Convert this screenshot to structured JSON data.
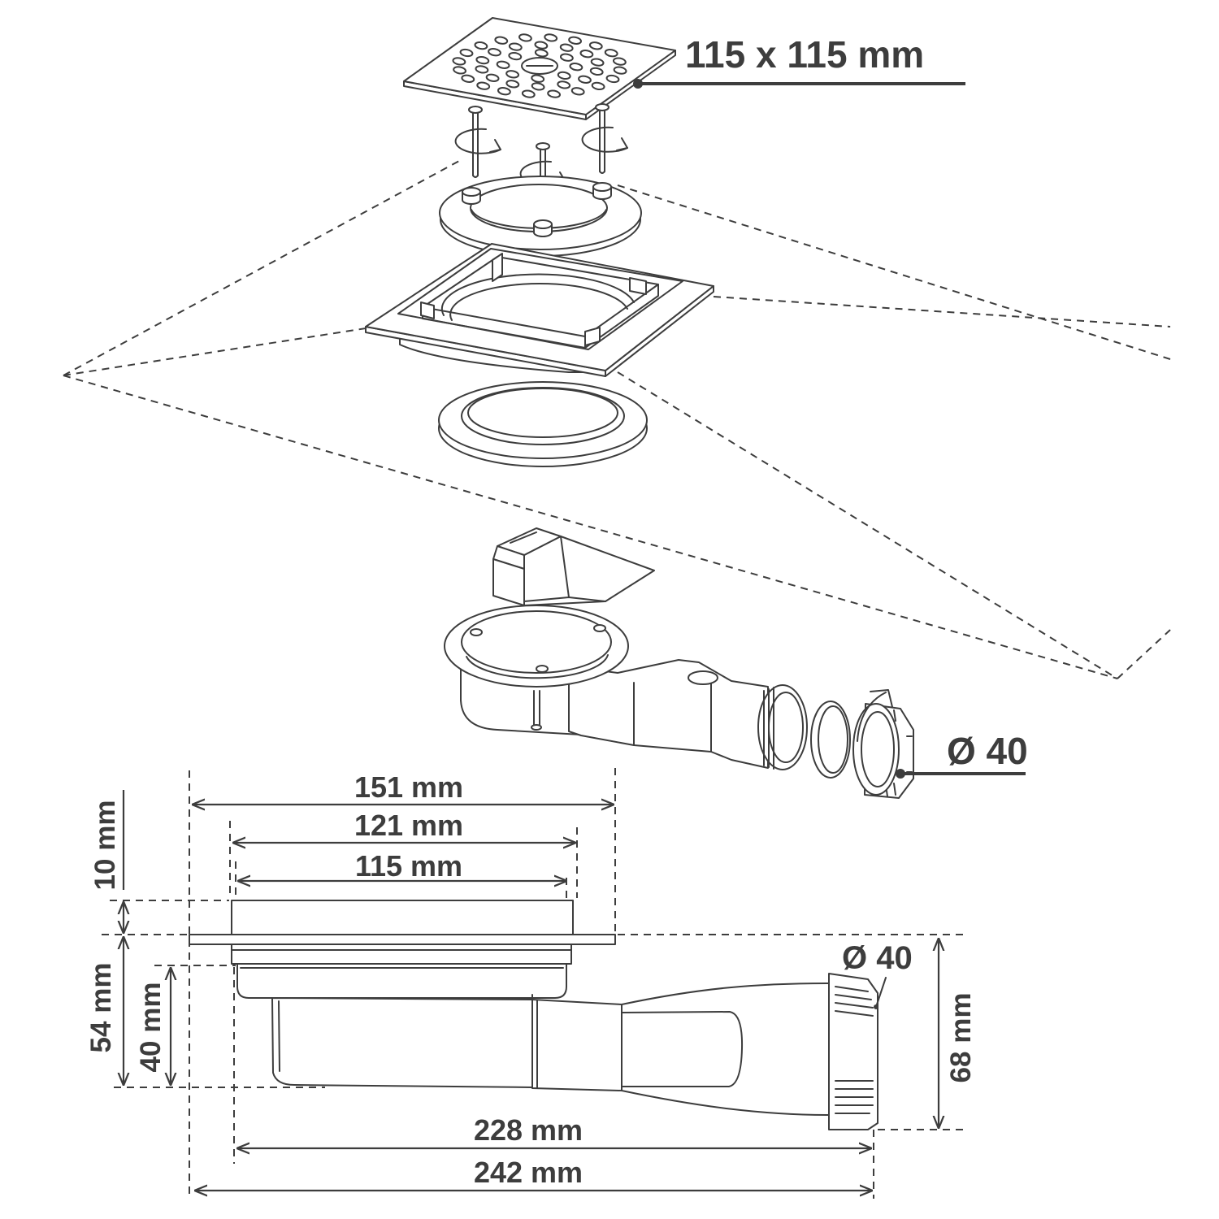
{
  "labels": {
    "grate_size": "115 x 115 mm",
    "outlet_diameter_exploded": "Ø 40",
    "flange_width": "151 mm",
    "collar_outer_width": "121 mm",
    "collar_inner_width": "115 mm",
    "collar_height": "10 mm",
    "body_height": "54 mm",
    "bowl_height": "40 mm",
    "outlet_diameter_side": "Ø 40",
    "outlet_height": "68 mm",
    "length_inner": "228 mm",
    "length_total": "242 mm"
  },
  "colors": {
    "line": "#3d3d3d",
    "text": "#3d3d3d",
    "background": "#ffffff"
  }
}
